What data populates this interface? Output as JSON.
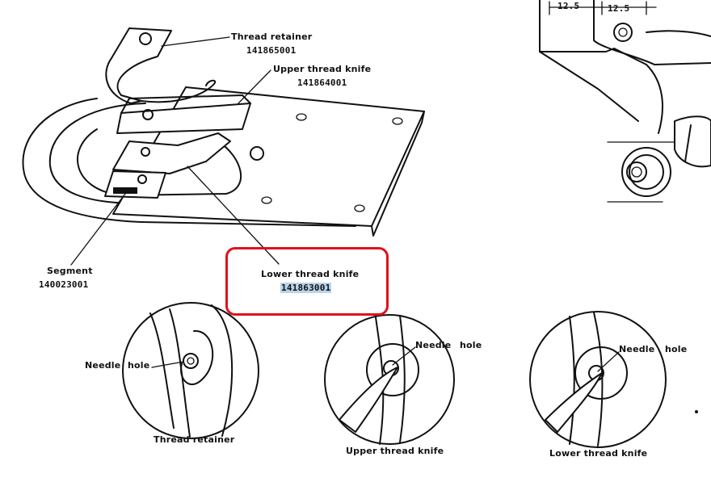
{
  "labels": {
    "thread_retainer": "Thread retainer",
    "thread_retainer_part": "141865001",
    "upper_knife": "Upper thread knife",
    "upper_knife_part": "141864001",
    "segment": "Segment",
    "segment_part": "140023001",
    "lower_knife": "Lower thread knife",
    "lower_knife_part": "141863001",
    "dim_a": "12.5",
    "dim_b": "12.5"
  },
  "details": [
    {
      "needle": "Needle",
      "hole": "hole",
      "caption": "Thread retainer"
    },
    {
      "needle": "Needle",
      "hole": "hole",
      "caption": "Upper thread knife"
    },
    {
      "needle": "Needle",
      "hole": "hole",
      "caption": "Lower thread knife"
    }
  ],
  "highlight": {
    "color": "#e0121b",
    "selection_color": "#b9d3ea"
  }
}
